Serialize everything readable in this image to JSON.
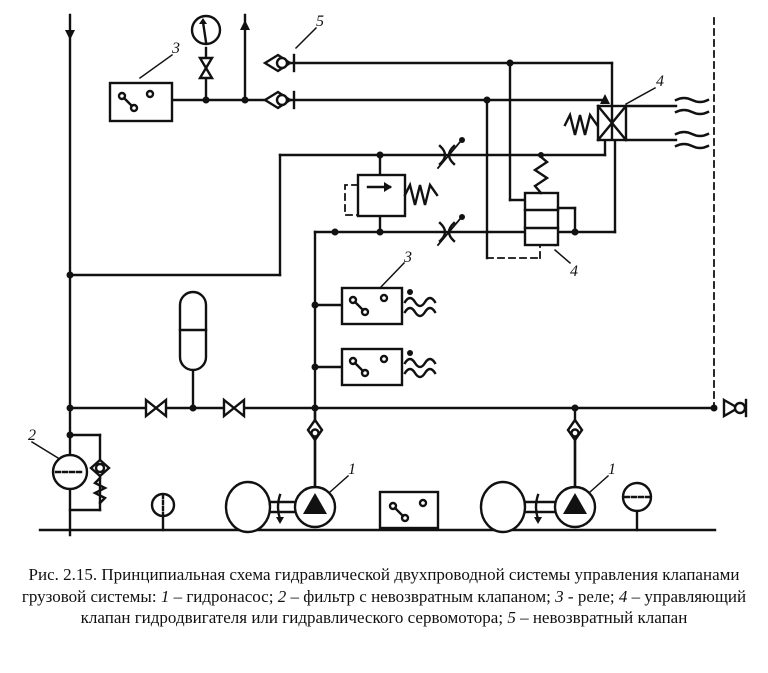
{
  "labels": {
    "relay": "3",
    "valve_control": "4",
    "check_valve": "5",
    "filter": "2",
    "pump": "1"
  },
  "caption": {
    "prefix": "Рис. 2.15. Принципиальная схема гидравлической двухпроводной системы управления клапанами грузовой системы: ",
    "n1": "1",
    "t1": " – гидронасос; ",
    "n2": "2",
    "t2": " – фильтр с невозвратным клапаном; ",
    "n3": "3",
    "t3": " - реле; ",
    "n4": "4",
    "t4": " – управляющий клапан гидродвигателя или гидравлического сервомотора; ",
    "n5": "5",
    "t5": " – невозвратный клапан"
  }
}
